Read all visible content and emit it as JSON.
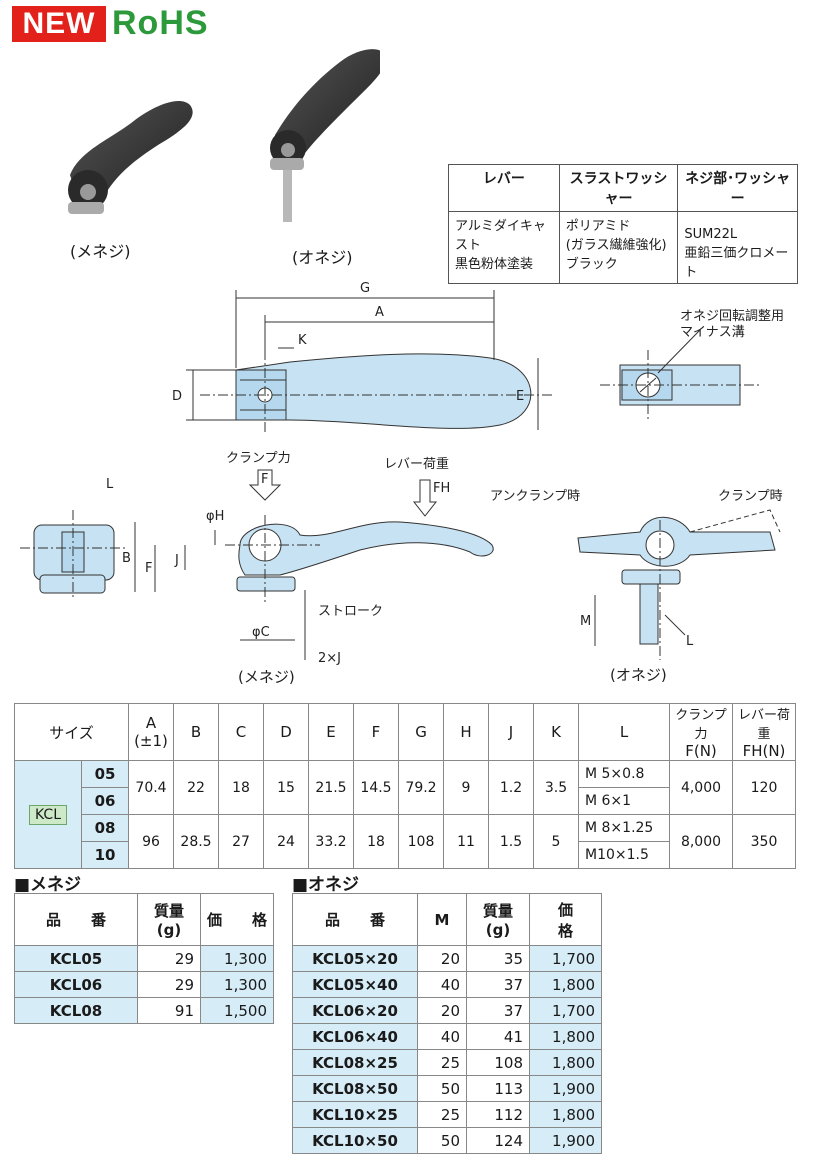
{
  "badges": {
    "new": "NEW",
    "rohs": "RoHS"
  },
  "photos": {
    "female_caption": "(メネジ)",
    "male_caption": "(オネジ)"
  },
  "materials": {
    "headers": [
      "レバー",
      "スラストワッシャー",
      "ネジ部･ワッシャー"
    ],
    "lever": [
      "アルミダイキャスト",
      "黒色粉体塗装"
    ],
    "thrust_washer": [
      "ポリアミド",
      "(ガラス繊維強化)",
      "ブラック"
    ],
    "thread_washer": [
      "SUM22L",
      "亜鉛三価クロメート"
    ]
  },
  "drawing": {
    "top": {
      "G": "G",
      "A": "A",
      "K": "K",
      "D": "D",
      "E": "E",
      "slot_note_1": "オネジ回転調整用",
      "slot_note_2": "マイナス溝"
    },
    "side": {
      "clamp_force": "クランプ力",
      "F": "F",
      "lever_load": "レバー荷重",
      "FH": "FH",
      "L": "L",
      "phiH": "φH",
      "B": "B",
      "Fdim": "F",
      "J": "J",
      "phiC": "φC",
      "stroke": "ストローク",
      "stroke2": "2×J",
      "caption": "(メネジ)"
    },
    "male": {
      "unclamp": "アンクランプ時",
      "clamp": "クランプ時",
      "M": "M",
      "L": "L",
      "caption": "(オネジ)"
    }
  },
  "spec": {
    "headers": {
      "size": "サイズ",
      "A": "A",
      "A2": "(±1)",
      "B": "B",
      "C": "C",
      "D": "D",
      "E": "E",
      "F": "F",
      "G": "G",
      "H": "H",
      "J": "J",
      "K": "K",
      "L": "L",
      "clamp": "クランプ力",
      "clamp2": "F(N)",
      "lever": "レバー荷重",
      "lever2": "FH(N)"
    },
    "series": "KCL",
    "groups": [
      {
        "sizes": [
          "05",
          "06"
        ],
        "A": "70.4",
        "B": "22",
        "C": "18",
        "D": "15",
        "E": "21.5",
        "F": "14.5",
        "G": "79.2",
        "H": "9",
        "J": "1.2",
        "K": "3.5",
        "L": [
          "M 5×0.8",
          "M 6×1"
        ],
        "clamp": "4,000",
        "lever": "120"
      },
      {
        "sizes": [
          "08",
          "10"
        ],
        "A": "96",
        "B": "28.5",
        "C": "27",
        "D": "24",
        "E": "33.2",
        "F": "18",
        "G": "108",
        "H": "11",
        "J": "1.5",
        "K": "5",
        "L": [
          "M 8×1.25",
          "M10×1.5"
        ],
        "clamp": "8,000",
        "lever": "350"
      }
    ]
  },
  "female": {
    "title": "■メネジ",
    "headers": {
      "code": "品　　番",
      "mass": "質量",
      "mass_unit": "(g)",
      "price": "価　　格"
    },
    "rows": [
      {
        "code": "KCL05",
        "mass": "29",
        "price": "1,300"
      },
      {
        "code": "KCL06",
        "mass": "29",
        "price": "1,300"
      },
      {
        "code": "KCL08",
        "mass": "91",
        "price": "1,500"
      }
    ]
  },
  "male": {
    "title": "■オネジ",
    "headers": {
      "code": "品　　番",
      "M": "M",
      "mass": "質量",
      "mass_unit": "(g)",
      "price": "価　　格"
    },
    "rows": [
      {
        "code": "KCL05×20",
        "M": "20",
        "mass": "35",
        "price": "1,700"
      },
      {
        "code": "KCL05×40",
        "M": "40",
        "mass": "37",
        "price": "1,800"
      },
      {
        "code": "KCL06×20",
        "M": "20",
        "mass": "37",
        "price": "1,700"
      },
      {
        "code": "KCL06×40",
        "M": "40",
        "mass": "41",
        "price": "1,800"
      },
      {
        "code": "KCL08×25",
        "M": "25",
        "mass": "108",
        "price": "1,800"
      },
      {
        "code": "KCL08×50",
        "M": "50",
        "mass": "113",
        "price": "1,900"
      },
      {
        "code": "KCL10×25",
        "M": "25",
        "mass": "112",
        "price": "1,800"
      },
      {
        "code": "KCL10×50",
        "M": "50",
        "mass": "124",
        "price": "1,900"
      }
    ]
  }
}
